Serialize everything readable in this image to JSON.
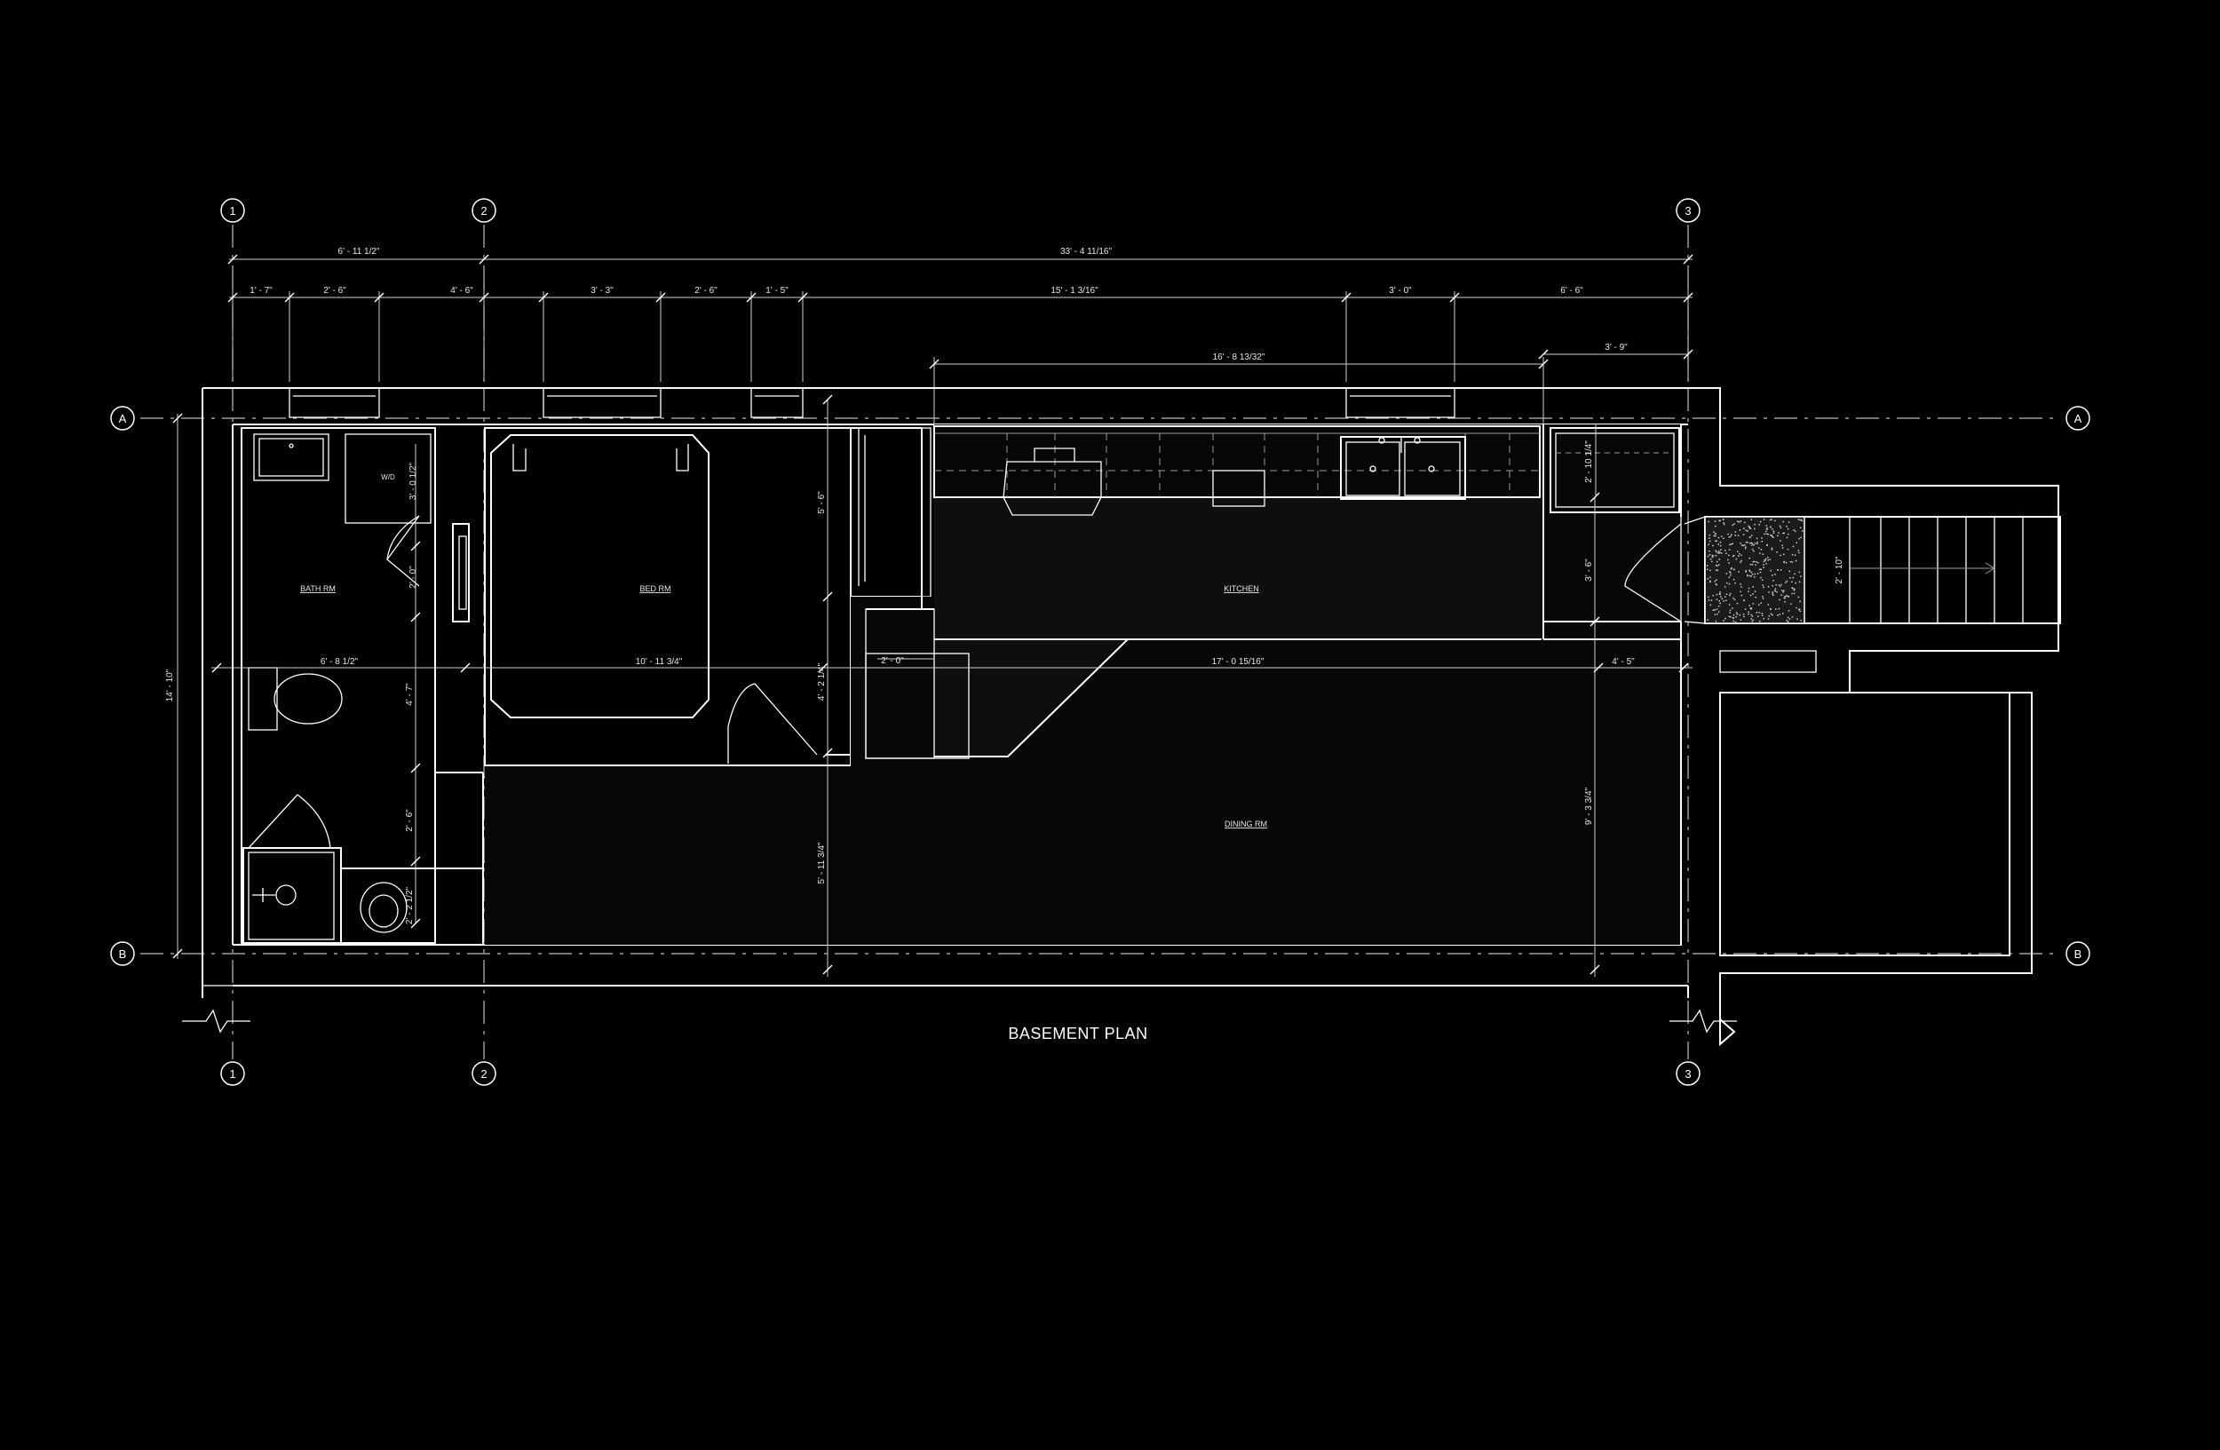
{
  "title": "BASEMENT PLAN",
  "grid_labels": {
    "col1": "1",
    "col2": "2",
    "col3": "3",
    "rowA": "A",
    "rowB": "B"
  },
  "rooms": {
    "bath": "BATH RM",
    "bed": "BED RM",
    "kitchen": "KITCHEN",
    "dining": "DINING RM",
    "washer_dryer": "W/D"
  },
  "dimensions": {
    "top_overall_1": "6' - 11 1/2\"",
    "top_overall_2": "33' - 4 11/16\"",
    "top_1": "1' - 7\"",
    "top_2": "2' - 6\"",
    "top_3": "4' - 6\"",
    "top_4": "3' - 3\"",
    "top_5": "2' - 6\"",
    "top_6": "1' - 5\"",
    "top_7": "15' - 1 3/16\"",
    "top_8": "3' - 0\"",
    "top_9": "6' - 6\"",
    "counter": "16' - 8 13/32\"",
    "stair_width": "3' - 9\"",
    "left_overall": "14' - 10\"",
    "mid_1": "6' - 8 1/2\"",
    "mid_2": "10' - 11 3/4\"",
    "mid_3": "17' - 0 15/16\"",
    "mid_4": "4' - 5\"",
    "mid_5": "2' - 0\"",
    "wd_depth": "3' - 0 1/2\"",
    "bath_door": "2' - 0\"",
    "bath_4_7": "4' - 7\"",
    "bath_2_6": "2' - 6\"",
    "bath_2_2": "2' - 2 1/2\"",
    "closet_depth": "5' - 6\"",
    "hall": "4' - 2 1/4\"",
    "dining_v": "5' - 11 3/4\"",
    "right_v": "9' - 3 3/4\"",
    "stair_depth": "3' - 6\"",
    "pantry_depth": "2' - 10 1/4\"",
    "landing": "2' - 10\""
  }
}
